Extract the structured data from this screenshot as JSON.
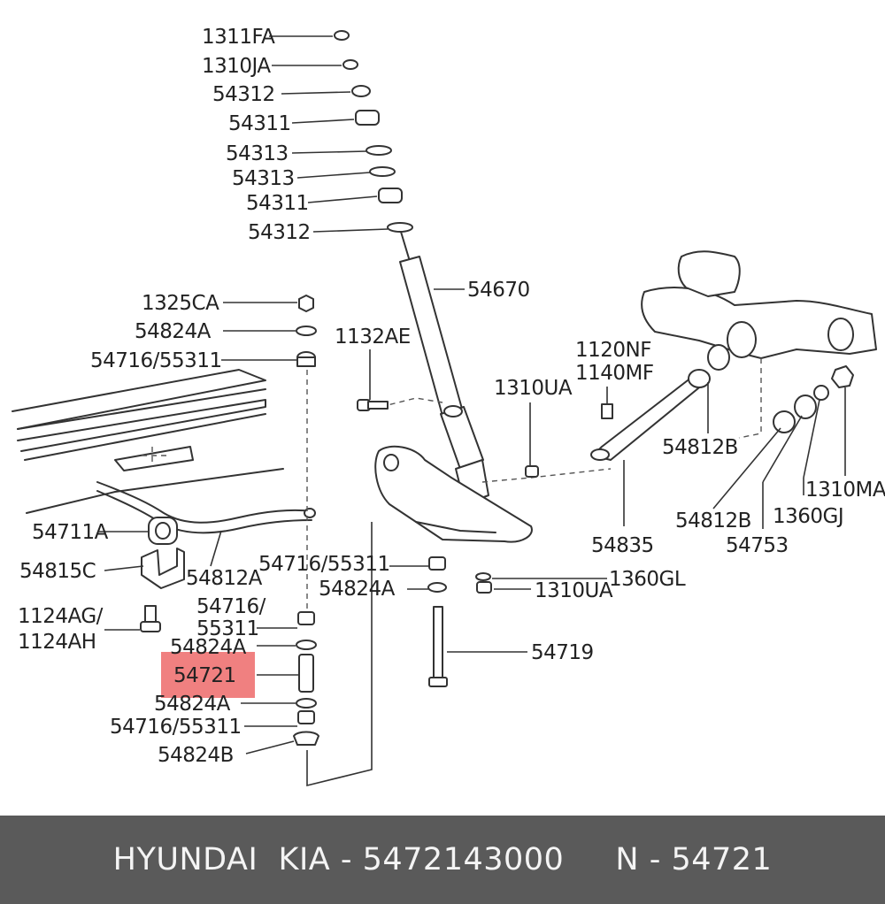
{
  "highlight_color": "#f08080",
  "footer": {
    "text": "HYUNDAI  KIA - 5472143000     N - 54721"
  },
  "labels": {
    "l1311fa": "1311FA",
    "l1310ja": "1310JA",
    "l54312a": "54312",
    "l54311a": "54311",
    "l54313a": "54313",
    "l54313b": "54313",
    "l54311b": "54311",
    "l54312b": "54312",
    "l54670": "54670",
    "l1325ca": "1325CA",
    "l54824a1": "54824A",
    "l54716a": "54716/55311",
    "l1132ae": "1132AE",
    "l1310ua1": "1310UA",
    "l1120nf": "1120NF",
    "l1140mf": "1140MF",
    "l54812b1": "54812B",
    "l54812b2": "54812B",
    "l1310ma": "1310MA",
    "l1360gj": "1360GJ",
    "l54753": "54753",
    "l54835": "54835",
    "l54711a": "54711A",
    "l54815c": "54815C",
    "l54812a": "54812A",
    "l54716b": "54716/55311",
    "l54824a2": "54824A",
    "l1360gl": "1360GL",
    "l1310ua2": "1310UA",
    "l1124ag": "1124AG/",
    "l1124ah": "1124AH",
    "l54716c1": "54716/",
    "l54716c2": "55311",
    "l54824a3": "54824A",
    "l54721": "54721",
    "l54824a4": "54824A",
    "l54716d": "54716/55311",
    "l54824b": "54824B",
    "l54719": "54719"
  }
}
